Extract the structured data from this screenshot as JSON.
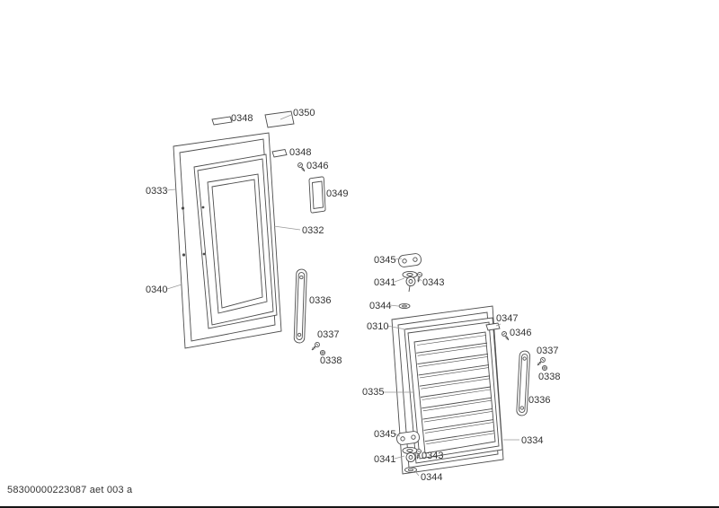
{
  "page": {
    "background": "#ffffff",
    "ink_color": "#4d4d4d",
    "footer_code": "58300000223087 aet 003 a"
  },
  "left_assembly": {
    "labels": {
      "trim_strip": "0348",
      "cover_plate": "0350",
      "hinge_cover": "0348",
      "hinge_screw": "0346",
      "door_gasket": "0333",
      "name_plate": "0349",
      "door_panel": "0332",
      "gasket_clip": "0340",
      "handle": "0336",
      "handle_screw": "0337",
      "handle_washer": "0338"
    }
  },
  "right_assembly": {
    "labels": {
      "top_bracket": "0345",
      "top_bearing": "0341",
      "top_pin": "0343",
      "top_washer": "0344",
      "door_panel": "0310",
      "hinge_cover": "0347",
      "hinge_screw": "0346",
      "handle_screw": "0337",
      "handle_washer": "0338",
      "handle": "0336",
      "louver_panel": "0335",
      "door_gasket": "0334",
      "bottom_bracket": "0345",
      "bottom_bearing": "0341",
      "bottom_pin": "0343",
      "bottom_washer": "0344"
    }
  }
}
